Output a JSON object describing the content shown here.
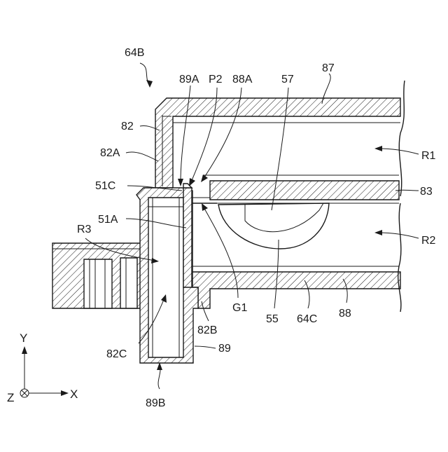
{
  "labels": {
    "l64B": "64B",
    "l87": "87",
    "l89A": "89A",
    "lP2": "P2",
    "l88A": "88A",
    "l57": "57",
    "l82": "82",
    "l82A": "82A",
    "lR1": "R1",
    "l51C": "51C",
    "l83": "83",
    "l51A": "51A",
    "lR3": "R3",
    "lR2": "R2",
    "lG1": "G1",
    "l55": "55",
    "l64C": "64C",
    "l88": "88",
    "l82B": "82B",
    "l82C": "82C",
    "l89": "89",
    "l89B": "89B"
  },
  "axes": {
    "y": "Y",
    "x": "X",
    "z": "Z"
  }
}
